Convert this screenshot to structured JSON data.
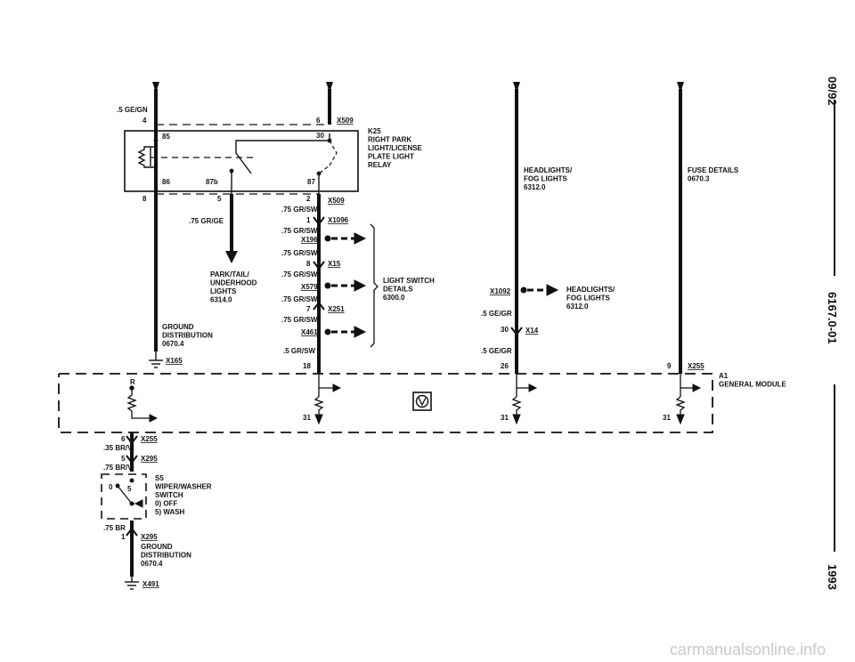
{
  "page": {
    "side_title": "6167.0-01",
    "side_date": "09/92",
    "side_year": "1993",
    "watermark": "carmanualsonline.info"
  },
  "left_wire": {
    "gauge_top": ".5 GE/GN",
    "pin_top": "4",
    "pin_85": "85",
    "pin_86": "86",
    "pin_8": "8",
    "ground_label": "GROUND\nDISTRIBUTION\n0670.4",
    "ground_connector": "X165"
  },
  "relay": {
    "connector": "X509",
    "pin_6": "6",
    "pin_30": "30",
    "pin_87b": "87b",
    "pin_87": "87",
    "label": "K25\nRIGHT PARK\nLIGHT/LICENSE\nPLATE LIGHT\nRELAY"
  },
  "park_wire": {
    "pin_5": "5",
    "gauge": ".75 GR/GE",
    "label": "PARK/TAIL/\nUNDERHOOD\nLIGHTS\n6314.0"
  },
  "center_wire": {
    "pin_2": "2",
    "x509": "X509",
    "gauge1": ".75 GR/SW",
    "pin_1": "1",
    "x1096": "X1096",
    "gauge2": ".75 GR/SW",
    "x196": "X196",
    "gauge3": ".75 GR/SW",
    "pin_8": "8",
    "x15": "X15",
    "gauge4": ".75 GR/SW",
    "x579": "X579",
    "gauge5": ".75 GR/SW",
    "pin_7": "7",
    "x251": "X251",
    "gauge6": ".75 GR/SW",
    "x461": "X461",
    "gauge7": ".5 GR/SW",
    "pin_18": "18",
    "light_switch": "LIGHT SWITCH\nDETAILS\n6300.0"
  },
  "headlights_wire": {
    "label_top": "HEADLIGHTS/\nFOG LIGHTS\n6312.0",
    "x1092": "X1092",
    "label_mid": "HEADLIGHTS/\nFOG LIGHTS\n6312.0",
    "gauge1": ".5 GE/GR",
    "pin_30": "30",
    "x14": "X14",
    "gauge2": ".5 GE/GR",
    "pin_26": "26"
  },
  "fuse_wire": {
    "label": "FUSE DETAILS\n0670.3",
    "pin_9": "9",
    "x255": "X255"
  },
  "module": {
    "label": "A1\nGENERAL MODULE",
    "pin_r": "R",
    "pin_31a": "31",
    "pin_31b": "31",
    "pin_31c": "31"
  },
  "wiper": {
    "pin_6": "6",
    "x255": "X255",
    "gauge1": ".35 BR/VI",
    "pin_5": "5",
    "x295a": "X295",
    "gauge2": ".75 BR/VI",
    "pos_0": "0",
    "pos_5": "5",
    "switch_label": "S5\nWIPER/WASHER\nSWITCH\n0)  OFF\n5)  WASH",
    "gauge3": ".75 BR",
    "pin_1": "1",
    "x295b": "X295",
    "ground_label": "GROUND\nDISTRIBUTION\n0670.4",
    "ground_connector": "X491"
  }
}
